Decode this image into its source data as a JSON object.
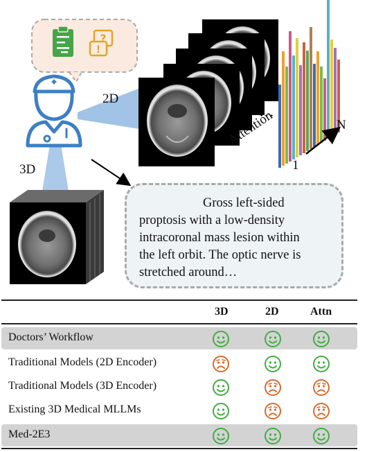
{
  "labels": {
    "two_d": "2D",
    "three_d": "3D",
    "attention": "Attention",
    "axis_one": "1",
    "axis_n": "N",
    "ellipsis": "…"
  },
  "report": {
    "text_lines": [
      "Gross left-sided",
      "proptosis with a low-density",
      "intracoronal mass lesion within",
      "the left orbit. The optic nerve is",
      "stretched around…"
    ]
  },
  "table": {
    "headers": [
      "3D",
      "2D",
      "Attn"
    ],
    "rows": [
      {
        "label": "Doctors’ Workflow",
        "shaded": true,
        "marks": [
          "happy",
          "happy",
          "happy"
        ]
      },
      {
        "label": "Traditional Models (2D Encoder)",
        "shaded": false,
        "marks": [
          "sad",
          "happy",
          "happy"
        ]
      },
      {
        "label": "Traditional Models (3D Encoder)",
        "shaded": false,
        "marks": [
          "happy",
          "sad",
          "sad"
        ]
      },
      {
        "label": "Existing 3D Medical MLLMs",
        "shaded": false,
        "marks": [
          "happy",
          "sad",
          "sad"
        ]
      },
      {
        "label": "Med-2E3",
        "shaded": true,
        "marks": [
          "happy",
          "happy",
          "happy"
        ]
      }
    ]
  },
  "colors": {
    "happy": "#3fae3f",
    "sad": "#d9692a",
    "doctor": "#3d7fc4",
    "beam": "#8fb8e2"
  },
  "icons": [
    "doctor-icon",
    "clipboard-icon",
    "question-bubble-icon",
    "quill-icon",
    "smiley-happy-icon",
    "smiley-sad-icon"
  ]
}
